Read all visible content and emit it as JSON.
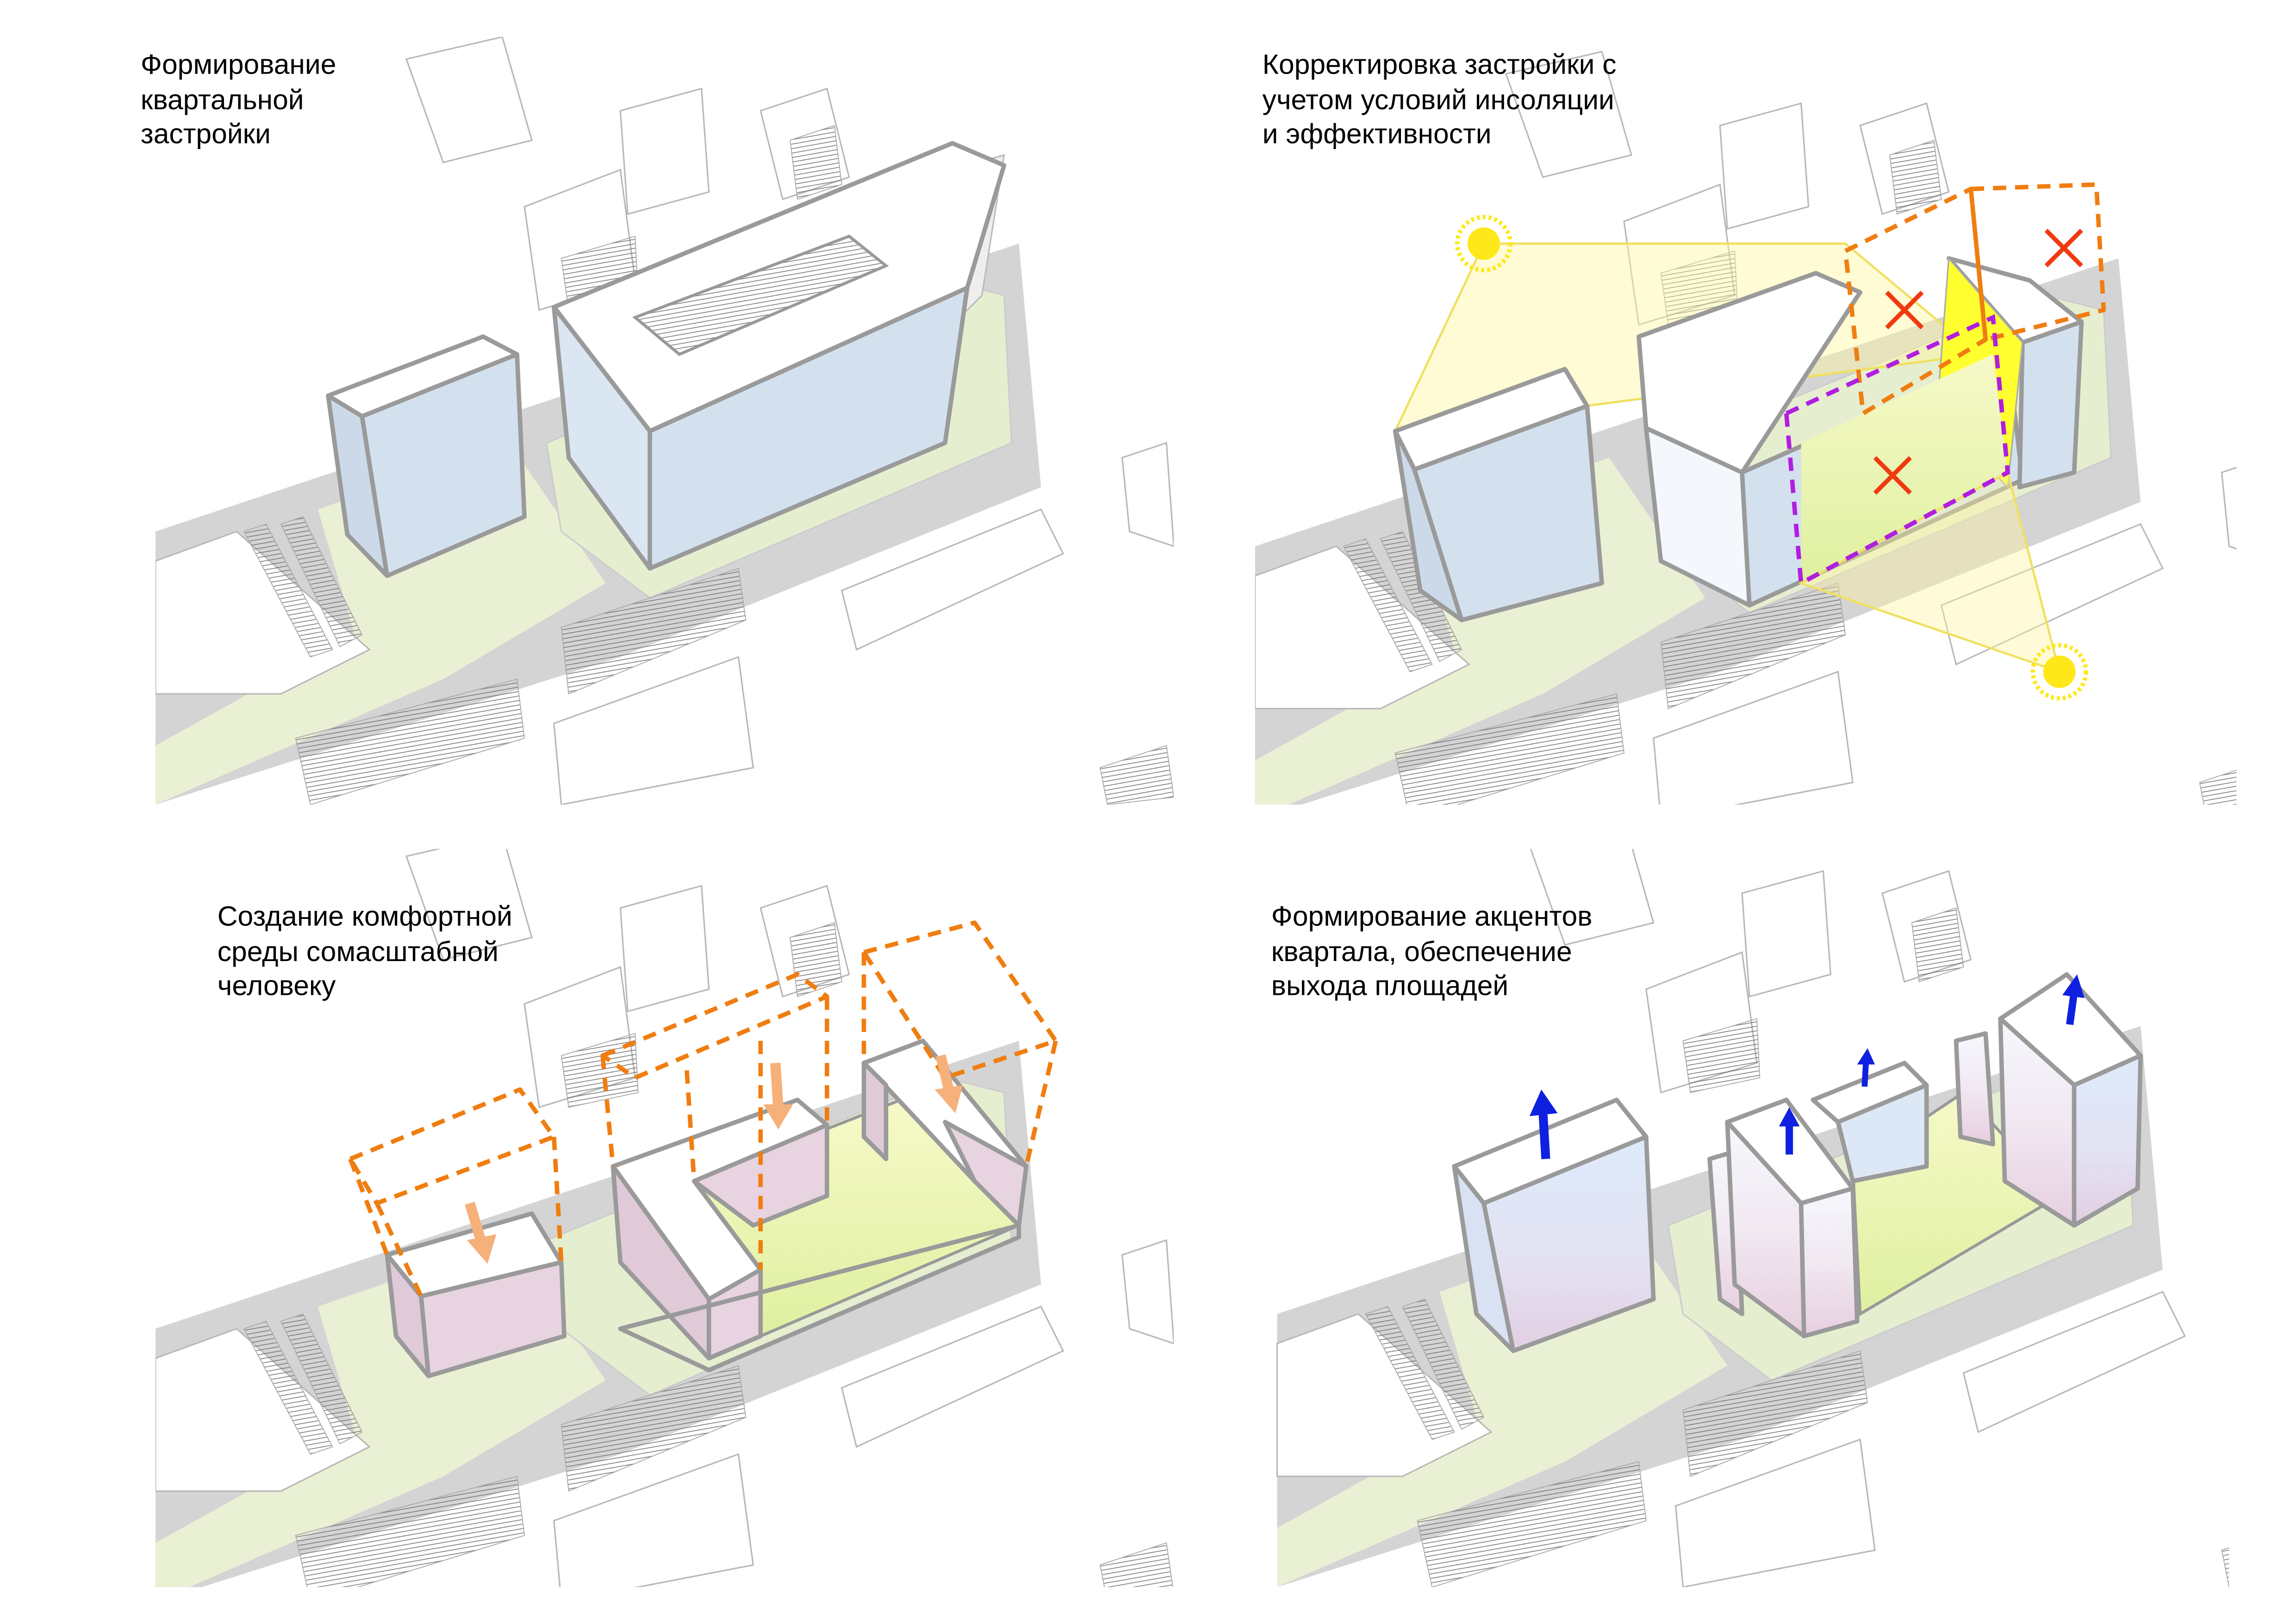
{
  "panels": [
    {
      "id": "quarter-formation",
      "caption": [
        "Формирование",
        "квартальной",
        "застройки"
      ]
    },
    {
      "id": "insolation-correction",
      "caption": [
        "Корректировка застройки с",
        "учетом условий инсоляции",
        "и эффективности"
      ]
    },
    {
      "id": "human-scale",
      "caption": [
        "Создание комфортной",
        "среды сомасштабной",
        "человеку"
      ]
    },
    {
      "id": "accents",
      "caption": [
        "Формирование акцентов",
        "квартала, обеспечение",
        "выхода площадей"
      ]
    }
  ],
  "colors": {
    "road": "#d4d4d4",
    "green": "#e9f0d4",
    "glass_blue": "#d3e1ef",
    "pink": "#e8d3e0",
    "sun": "#ffe81a",
    "dash_orange": "#f07d10",
    "dash_purple": "#b01ee0",
    "arrow_blue": "#1020e0",
    "cross_red": "#f03a10"
  },
  "icons": [
    "sun-icon",
    "cross-icon",
    "down-arrow-icon",
    "up-arrow-icon"
  ]
}
